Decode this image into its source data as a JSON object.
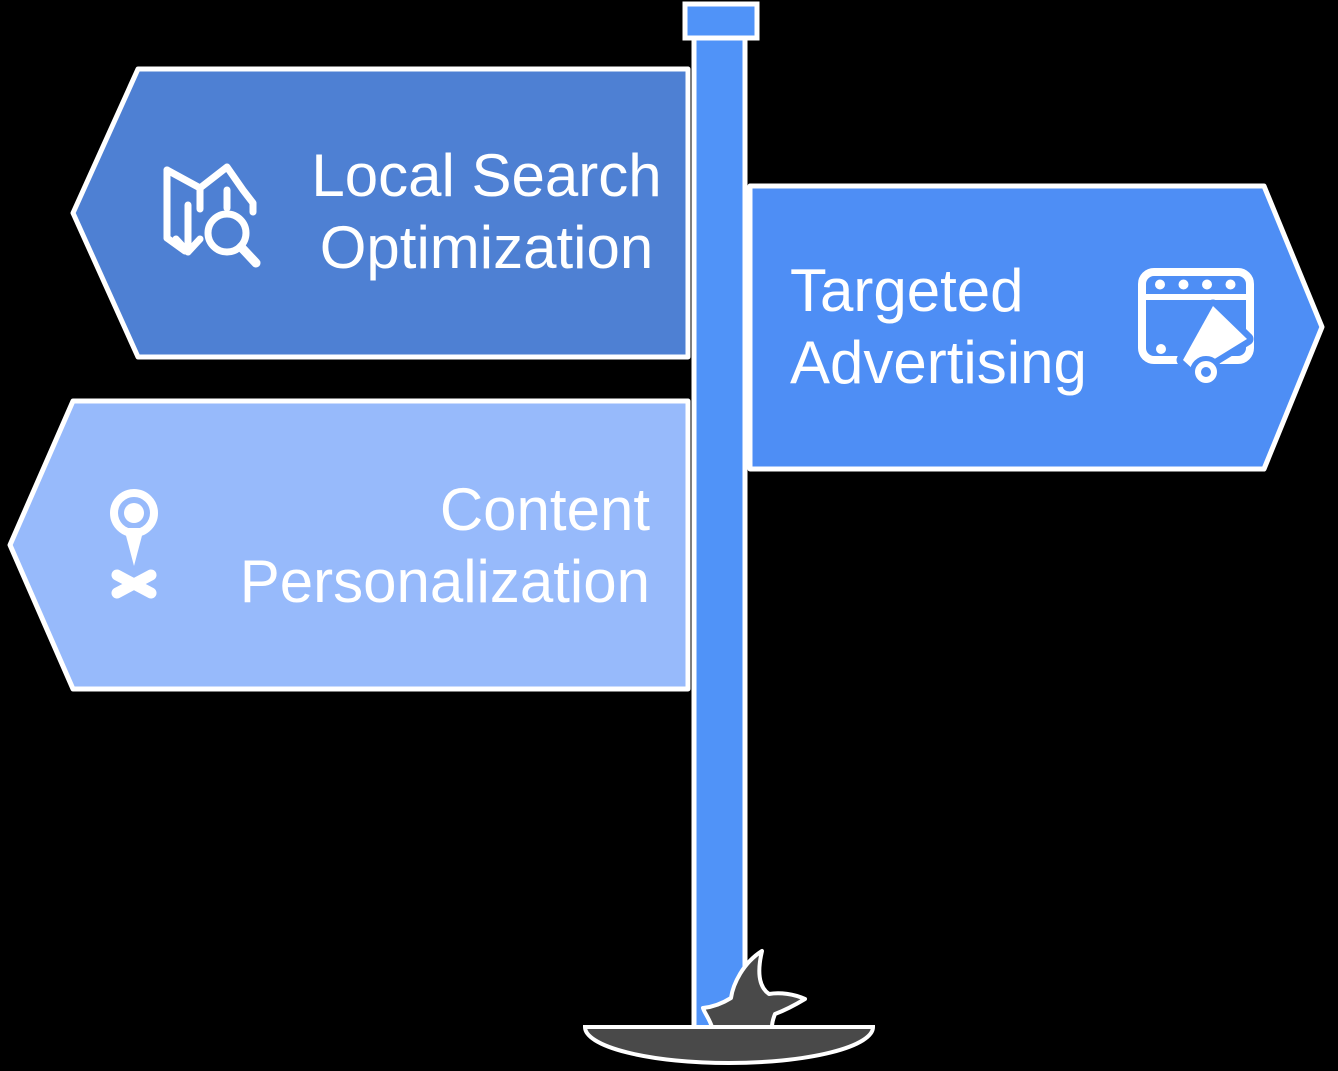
{
  "colors": {
    "background": "#000000",
    "text": "#ffffff",
    "outline": "#ffffff",
    "sign_local": "#4e80d3",
    "sign_targeted": "#4e8ef5",
    "sign_content": "#97bafb",
    "pole": "#5093f8",
    "ground": "#494949"
  },
  "signs": [
    {
      "line1": "Local Search",
      "line2": "Optimization",
      "icon": "map-search-icon",
      "direction": "left"
    },
    {
      "line1": "Targeted",
      "line2": "Advertising",
      "icon": "ad-banner-megaphone-icon",
      "direction": "right"
    },
    {
      "line1": "Content",
      "line2": "Personalization",
      "icon": "location-pin-icon",
      "direction": "left"
    }
  ]
}
